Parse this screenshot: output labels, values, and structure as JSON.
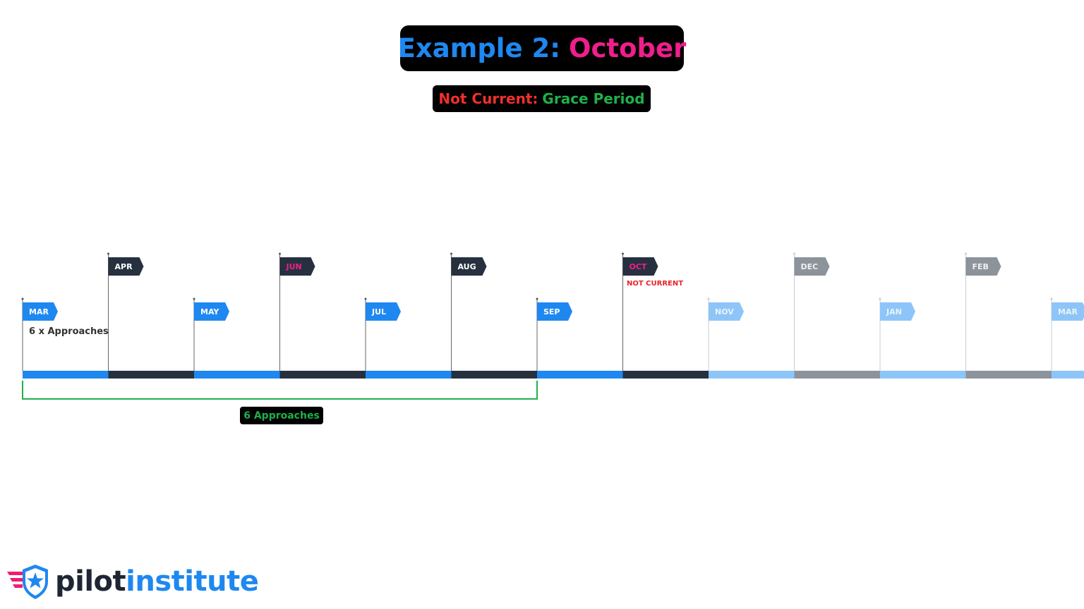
{
  "title": {
    "prefix": "Example 2: ",
    "highlight": "October",
    "prefix_color": "#1E88F0",
    "highlight_color": "#F01E8C"
  },
  "subtitle": {
    "prefix": "Not Current: ",
    "highlight": "Grace Period",
    "prefix_color": "#F0302A",
    "highlight_color": "#1FB04A"
  },
  "months": [
    {
      "label": "MAR",
      "row": "low",
      "style": "active",
      "label_color": "#FFFFFF"
    },
    {
      "label": "APR",
      "row": "high",
      "style": "active",
      "label_color": "#FFFFFF"
    },
    {
      "label": "MAY",
      "row": "low",
      "style": "active",
      "label_color": "#FFFFFF"
    },
    {
      "label": "JUN",
      "row": "high",
      "style": "active",
      "label_color": "#F01E8C"
    },
    {
      "label": "JUL",
      "row": "low",
      "style": "active",
      "label_color": "#FFFFFF"
    },
    {
      "label": "AUG",
      "row": "high",
      "style": "active",
      "label_color": "#FFFFFF"
    },
    {
      "label": "SEP",
      "row": "low",
      "style": "active",
      "label_color": "#FFFFFF"
    },
    {
      "label": "OCT",
      "row": "high",
      "style": "active",
      "label_color": "#F01E8C"
    },
    {
      "label": "NOV",
      "row": "low",
      "style": "future",
      "label_color": "#E8F2FC"
    },
    {
      "label": "DEC",
      "row": "high",
      "style": "future",
      "label_color": "#EEF0F2"
    },
    {
      "label": "JAN",
      "row": "low",
      "style": "future",
      "label_color": "#E8F2FC"
    },
    {
      "label": "FEB",
      "row": "high",
      "style": "future",
      "label_color": "#EEF0F2"
    },
    {
      "label": "MAR",
      "row": "low",
      "style": "future",
      "label_color": "#E8F2FC"
    }
  ],
  "annotations": {
    "mar_note": "6 x Approaches",
    "oct_note": "NOT CURRENT",
    "oct_note_color": "#E8232A"
  },
  "bracket": {
    "label": "6 Approaches",
    "color": "#1FB04A"
  },
  "colors": {
    "blue": "#1E88F0",
    "navy": "#26303F",
    "light_blue": "#8EC5F8",
    "gray": "#8C939B"
  },
  "logo": {
    "part1": "pilot",
    "part2": "institute",
    "part1_color": "#1F2633",
    "part2_color": "#1E88F0",
    "wing_color": "#F01E6E"
  }
}
